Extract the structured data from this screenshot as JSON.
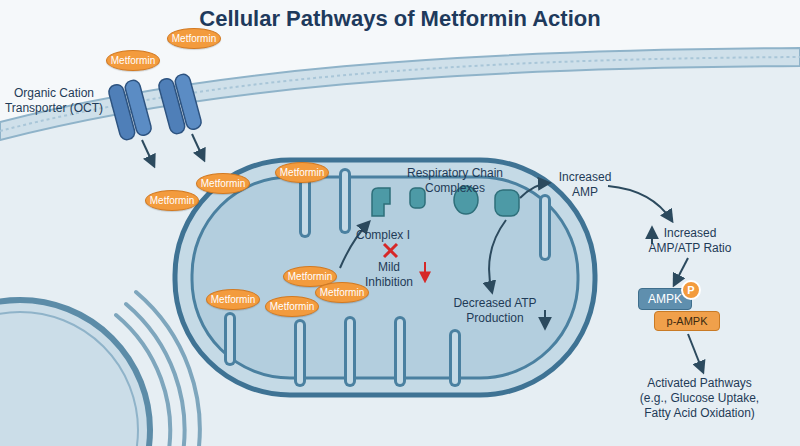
{
  "diagram": {
    "title": "Cellular Pathways of Metformin Action",
    "nodes": [
      {
        "text": [
          "Metformin"
        ]
      },
      {
        "text": [
          "Metformin"
        ]
      },
      {
        "text": [
          "Metformin"
        ]
      },
      {
        "text": [
          "Metformin"
        ]
      },
      {
        "text": [
          "Metformin"
        ]
      },
      {
        "text": [
          "Metformin"
        ]
      },
      {
        "text": [
          "Metformin"
        ]
      },
      {
        "text": [
          "Metformin"
        ]
      },
      {
        "text": [
          "Metformin"
        ]
      },
      {
        "text": [
          "AMPK"
        ]
      },
      {
        "text": [
          "P"
        ],
        "in": 9
      },
      {
        "text": [
          "p-AMPK"
        ]
      }
    ],
    "labels": [
      "Organic Cation Transporter (OCT)",
      "Respiratory Chain Complexes",
      "Complex I",
      "Mild Inhibition",
      "Decreased ATP Production",
      "Increased AMP",
      "Increased AMP/ATP Ratio",
      "Activated Pathways (e.g., Glucose Uptake, Fatty Acid Oxidation)"
    ]
  }
}
